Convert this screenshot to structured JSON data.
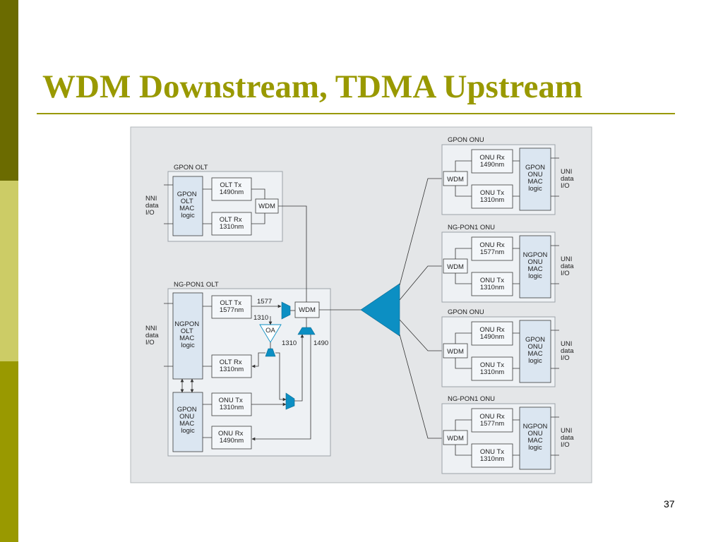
{
  "slide": {
    "title": "WDM Downstream, TDMA Upstream",
    "page_number": "37"
  },
  "colors": {
    "accent": "#999900",
    "splitter": "#0c8fc3",
    "panel": "#eef1f4",
    "mac_block": "#dbe6f1"
  },
  "diagram": {
    "gpon_olt": {
      "label": "GPON OLT",
      "mac": [
        "GPON",
        "OLT",
        "MAC",
        "logic"
      ],
      "tx": [
        "OLT Tx",
        "1490nm"
      ],
      "rx": [
        "OLT Rx",
        "1310nm"
      ],
      "wdm": "WDM",
      "io": [
        "NNI",
        "data",
        "I/O"
      ]
    },
    "ngpon_olt": {
      "label": "NG-PON1 OLT",
      "mac": [
        "NGPON",
        "OLT",
        "MAC",
        "logic"
      ],
      "tx": [
        "OLT Tx",
        "1577nm"
      ],
      "rx": [
        "OLT Rx",
        "1310nm"
      ],
      "onu_mac": [
        "GPON",
        "ONU",
        "MAC",
        "logic"
      ],
      "onu_tx": [
        "ONU Tx",
        "1310nm"
      ],
      "onu_rx": [
        "ONU Rx",
        "1490nm"
      ],
      "wdm": "WDM",
      "oa": "OA",
      "io": [
        "NNI",
        "data",
        "I/O"
      ],
      "wavelengths": {
        "w1577": "1577",
        "w1310_top": "1310",
        "w1310": "1310",
        "w1490": "1490"
      }
    },
    "onus": [
      {
        "label": "GPON ONU",
        "wdm": "WDM",
        "rx": [
          "ONU Rx",
          "1490nm"
        ],
        "tx": [
          "ONU Tx",
          "1310nm"
        ],
        "mac": [
          "GPON",
          "ONU",
          "MAC",
          "logic"
        ],
        "io": [
          "UNI",
          "data",
          "I/O"
        ]
      },
      {
        "label": "NG-PON1 ONU",
        "wdm": "WDM",
        "rx": [
          "ONU Rx",
          "1577nm"
        ],
        "tx": [
          "ONU Tx",
          "1310nm"
        ],
        "mac": [
          "NGPON",
          "ONU",
          "MAC",
          "logic"
        ],
        "io": [
          "UNI",
          "data",
          "I/O"
        ]
      },
      {
        "label": "GPON ONU",
        "wdm": "WDM",
        "rx": [
          "ONU Rx",
          "1490nm"
        ],
        "tx": [
          "ONU Tx",
          "1310nm"
        ],
        "mac": [
          "GPON",
          "ONU",
          "MAC",
          "logic"
        ],
        "io": [
          "UNI",
          "data",
          "I/O"
        ]
      },
      {
        "label": "NG-PON1 ONU",
        "wdm": "WDM",
        "rx": [
          "ONU Rx",
          "1577nm"
        ],
        "tx": [
          "ONU Tx",
          "1310nm"
        ],
        "mac": [
          "NGPON",
          "ONU",
          "MAC",
          "logic"
        ],
        "io": [
          "UNI",
          "data",
          "I/O"
        ]
      }
    ]
  }
}
